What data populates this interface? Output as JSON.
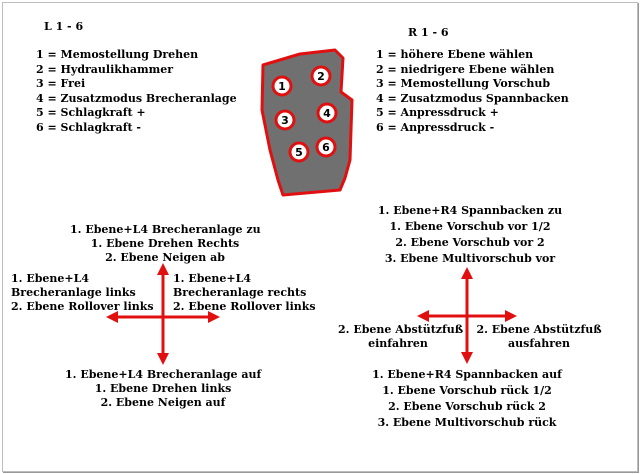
{
  "left": {
    "title": "L 1 - 6",
    "items": [
      "1 = Memostellung Drehen",
      "2 = Hydraulikhammer",
      "3 = Frei",
      "4 = Zusatzmodus Brecheranlage",
      "5 = Schlagkraft +",
      "6 = Schlagkraft -"
    ],
    "cross": {
      "top": [
        "1. Ebene+L4 Brecheranlage zu",
        "1. Ebene Drehen Rechts",
        "2. Ebene Neigen ab"
      ],
      "left": [
        "1. Ebene+L4",
        "Brecheranlage links",
        "2. Ebene Rollover links"
      ],
      "right": [
        "1. Ebene+L4",
        "Brecheranlage rechts",
        "2. Ebene Rollover links"
      ],
      "bottom": [
        "1. Ebene+L4 Brecheranlage auf",
        "1. Ebene Drehen links",
        "2. Ebene Neigen auf"
      ]
    }
  },
  "right": {
    "title": "R 1 - 6",
    "items": [
      "1 = höhere Ebene wählen",
      "2 = niedrigere Ebene wählen",
      "3 = Memostellung Vorschub",
      "4 = Zusatzmodus Spannbacken",
      "5 = Anpressdruck +",
      "6 = Anpressdruck -"
    ],
    "cross": {
      "top": [
        "1. Ebene+R4 Spannbacken zu",
        "1. Ebene Vorschub vor 1/2",
        "2. Ebene Vorschub vor  2",
        "3. Ebene Multivorschub vor"
      ],
      "left": [
        "2. Ebene Abstützfuß",
        "einfahren"
      ],
      "right": [
        "2. Ebene Abstützfuß",
        "ausfahren"
      ],
      "bottom": [
        "1. Ebene+R4 Spannbacken auf",
        "1. Ebene Vorschub rück 1/2",
        "2. Ebene Vorschub rück  2",
        "3. Ebene Multivorschub rück"
      ]
    }
  },
  "grip": {
    "buttons": [
      "1",
      "2",
      "3",
      "4",
      "5",
      "6"
    ],
    "colors": {
      "body": "#707070",
      "outline": "#e01010",
      "button_ring": "#e01010",
      "button_fill": "#ffffff",
      "arrow": "#e01010"
    }
  }
}
